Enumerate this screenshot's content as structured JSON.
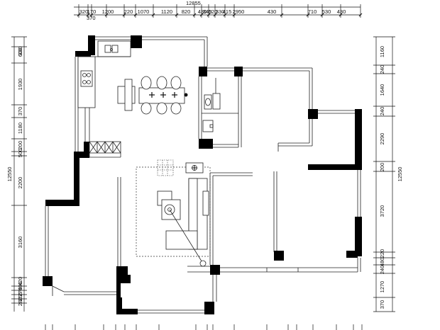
{
  "top_dimensions": {
    "total": "12855",
    "segments": [
      "320",
      "170",
      "1200",
      "220",
      "1070",
      "1120",
      "820",
      "430",
      "340",
      "520",
      "330",
      "415",
      "2950",
      "430",
      "710",
      "530",
      "430"
    ],
    "sub": "370"
  },
  "left_dimensions": {
    "total": "12550",
    "segments": [
      "330",
      "600",
      "1930",
      "370",
      "1180",
      "200",
      "500",
      "2200",
      "3160",
      "420",
      "480",
      "270",
      "250",
      "280"
    ]
  },
  "right_dimensions": {
    "total": "12550",
    "segments": [
      "1160",
      "240",
      "1640",
      "240",
      "2290",
      "200",
      "3720",
      "220",
      "480",
      "240",
      "1270",
      "370"
    ]
  }
}
